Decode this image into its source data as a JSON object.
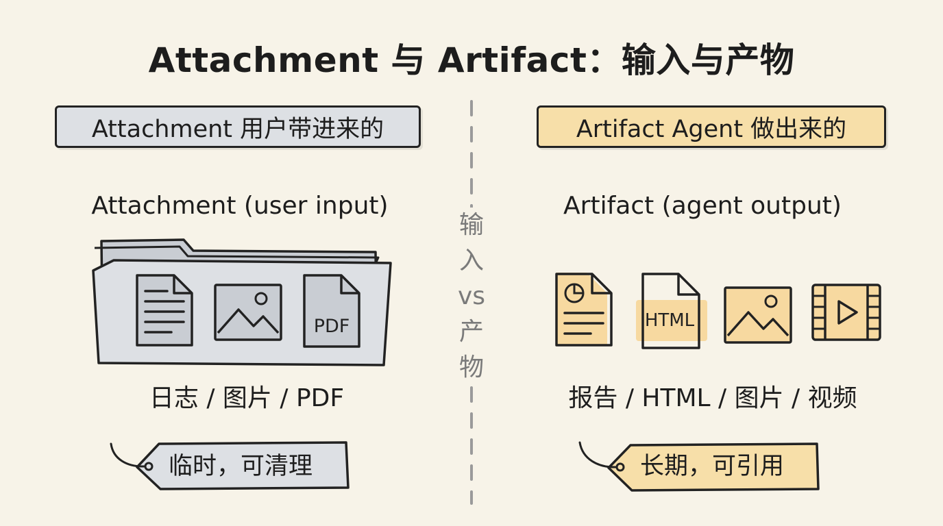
{
  "title": "Attachment 与 Artifact：输入与产物",
  "left": {
    "header": "Attachment 用户带进来的",
    "subtitle": "Attachment (user input)",
    "pdf_label": "PDF",
    "caption": "日志 / 图片 / PDF",
    "tag": "临时，可清理",
    "icons": [
      "document-icon",
      "image-icon",
      "pdf-icon"
    ]
  },
  "right": {
    "header": "Artifact Agent 做出来的",
    "subtitle": "Artifact (agent output)",
    "html_label": "HTML",
    "caption": "报告 / HTML / 图片 / 视频",
    "tag": "长期，可引用",
    "icons": [
      "report-icon",
      "html-file-icon",
      "image-icon",
      "video-icon"
    ]
  },
  "divider": {
    "label_lines": [
      "输",
      "入",
      "vs",
      "产",
      "物"
    ]
  },
  "colors": {
    "background": "#f7f3e8",
    "attachment_fill": "#dde0e4",
    "artifact_fill": "#f7dfa9",
    "ink": "#222222",
    "divider": "#9a9a9a"
  }
}
